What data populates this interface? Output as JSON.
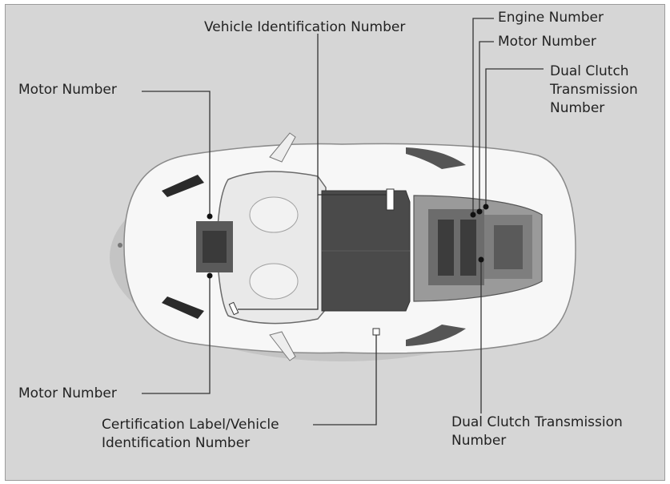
{
  "labels": {
    "vin_top": "Vehicle Identification Number",
    "engine_number": "Engine Number",
    "motor_number_top_right": "Motor Number",
    "dct_top_right_line1": "Dual Clutch",
    "dct_top_right_line2": "Transmission",
    "dct_top_right_line3": "Number",
    "motor_number_left_top": "Motor Number",
    "motor_number_left_bottom": "Motor Number",
    "cert_label_line1": "Certification Label/Vehicle",
    "cert_label_line2": "Identification Number",
    "dct_bottom_line1": "Dual Clutch Transmission",
    "dct_bottom_line2": "Number"
  },
  "colors": {
    "background": "#d6d6d6",
    "car_body": "#f7f7f7",
    "leader_line": "#333333",
    "text": "#222222"
  }
}
